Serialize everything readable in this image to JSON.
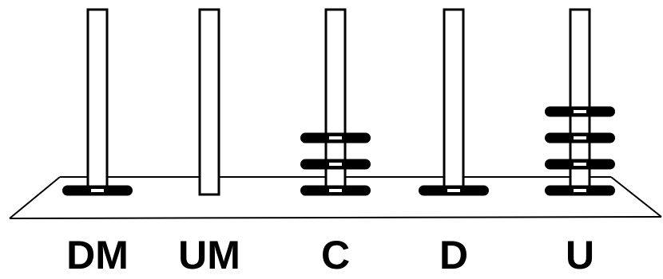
{
  "colors": {
    "ink": "#000000",
    "background": "#ffffff"
  },
  "abacus": {
    "rods": [
      {
        "label": "DM",
        "beads": 1
      },
      {
        "label": "UM",
        "beads": 0
      },
      {
        "label": "C",
        "beads": 3
      },
      {
        "label": "D",
        "beads": 1
      },
      {
        "label": "U",
        "beads": 4
      }
    ]
  }
}
